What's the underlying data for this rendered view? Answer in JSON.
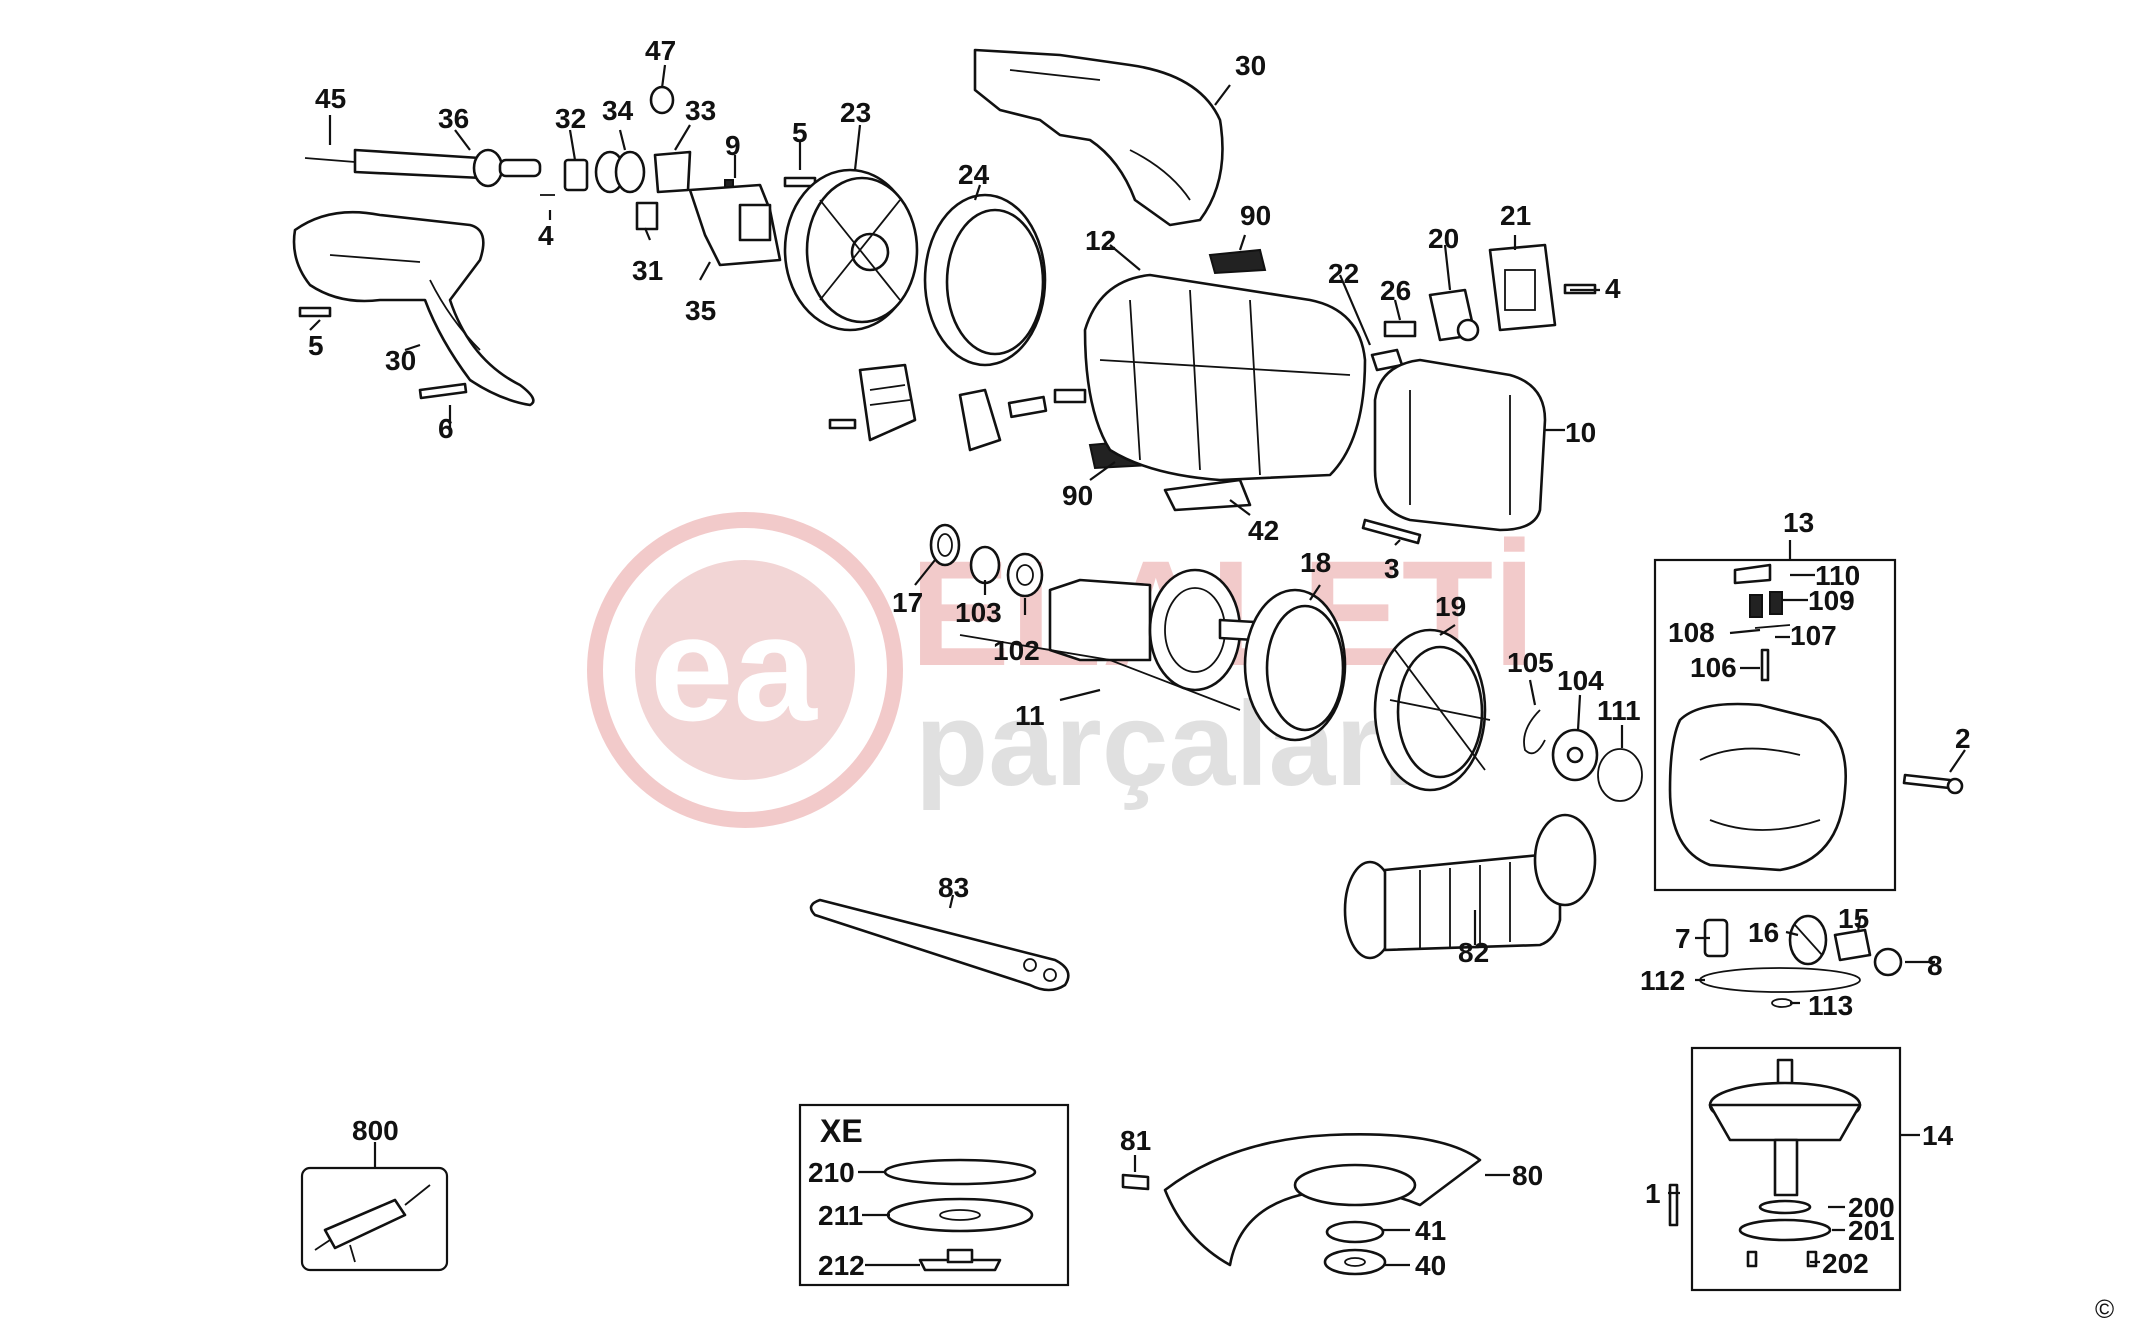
{
  "callouts": {
    "c45": "45",
    "c36": "36",
    "c32": "32",
    "c34": "34",
    "c47": "47",
    "c33": "33",
    "c9": "9",
    "c5a": "5",
    "c23": "23",
    "c30a": "30",
    "c24": "24",
    "c4a": "4",
    "c31": "31",
    "c35": "35",
    "c5b": "5",
    "c30b": "30",
    "c6": "6",
    "c12": "12",
    "c90a": "90",
    "c21": "21",
    "c20": "20",
    "c22": "22",
    "c26": "26",
    "c4b": "4",
    "c10": "10",
    "c90b": "90",
    "c42": "42",
    "c3": "3",
    "c17": "17",
    "c103": "103",
    "c102": "102",
    "c11": "11",
    "c18": "18",
    "c19": "19",
    "c105": "105",
    "c104": "104",
    "c111": "111",
    "c13": "13",
    "c110": "110",
    "c109": "109",
    "c108": "108",
    "c107": "107",
    "c106": "106",
    "c2": "2",
    "c83": "83",
    "c82": "82",
    "c7": "7",
    "c16": "16",
    "c15": "15",
    "c8": "8",
    "c112": "112",
    "c113": "113",
    "c800": "800",
    "cXE": "XE",
    "c210": "210",
    "c211": "211",
    "c212": "212",
    "c81": "81",
    "c80": "80",
    "c41": "41",
    "c40": "40",
    "c14": "14",
    "c1": "1",
    "c200": "200",
    "c201": "201",
    "c202": "202"
  },
  "watermark": {
    "line1": "ELALETİ",
    "line2": "parçaları",
    "logo": "ea"
  },
  "copyright_symbol": "©",
  "colors": {
    "line": "#111111",
    "background": "#ffffff",
    "watermark_red": "#e8a0a0",
    "watermark_gray": "#c8c8c8"
  }
}
